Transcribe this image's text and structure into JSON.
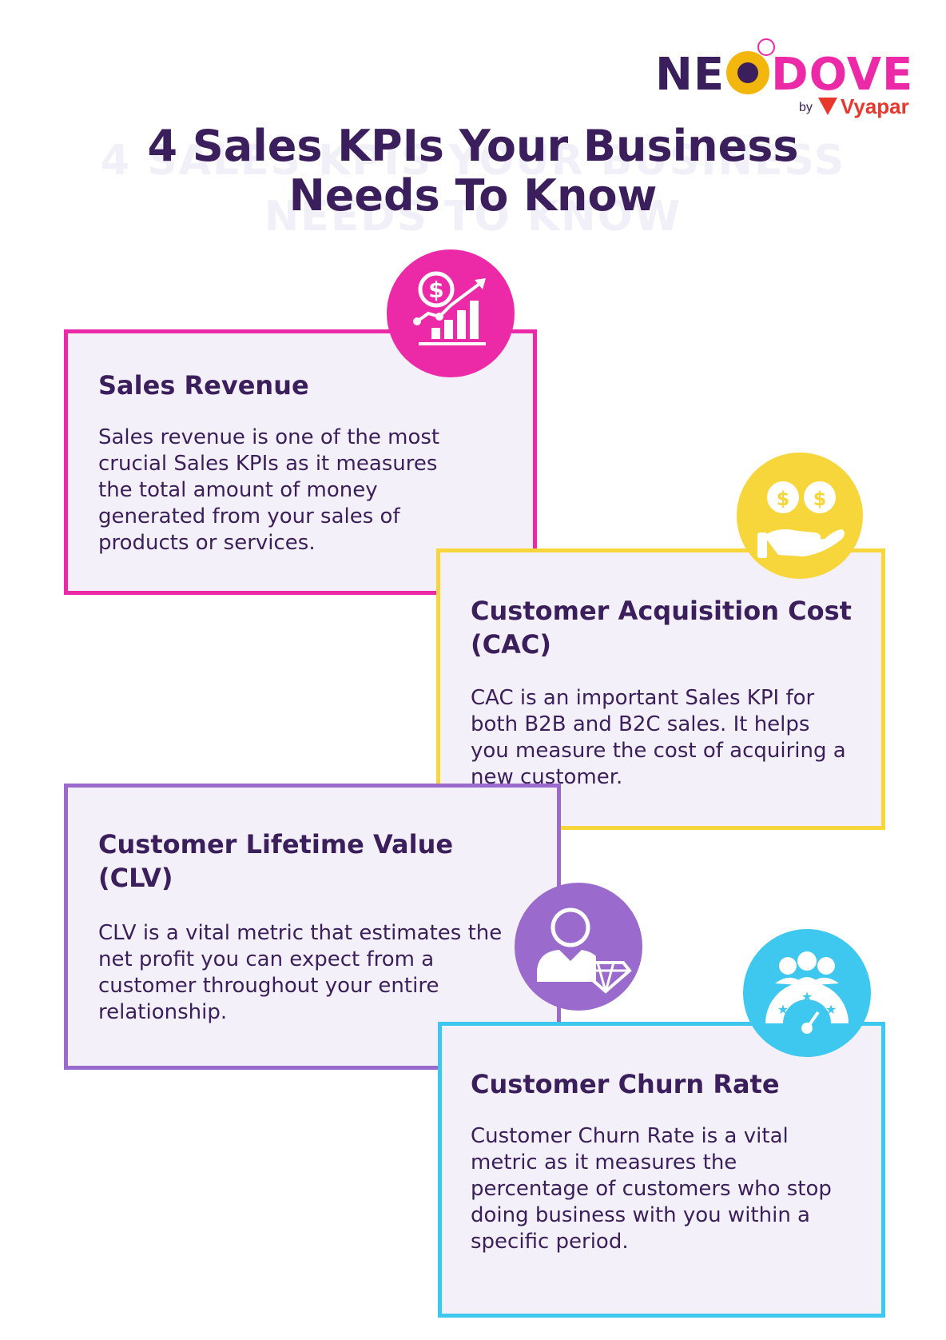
{
  "brand": {
    "logo_left": "NE",
    "logo_right": "DOVE",
    "by": "by",
    "partner": "Vyapar"
  },
  "header": {
    "title": "4 Sales KPIs Your Business\nNeeds To Know"
  },
  "kpis": [
    {
      "title": "Sales Revenue",
      "body": "Sales revenue is one of the most crucial Sales KPIs as it measures the total amount of money generated from your sales of products or services.",
      "icon": "revenue-growth-icon",
      "color": "#ec2aa8"
    },
    {
      "title": "Customer Acquisition Cost (CAC)",
      "body": "CAC is an important Sales KPI for both B2B and B2C sales. It helps you measure the cost of acquiring a new customer.",
      "icon": "coins-in-hand-icon",
      "color": "#f7d63b"
    },
    {
      "title": "Customer Lifetime Value (CLV)",
      "body": "CLV is a vital metric that estimates the net profit you can expect from a customer throughout your entire relationship.",
      "icon": "customer-diamond-icon",
      "color": "#9b6acd"
    },
    {
      "title": "Customer Churn Rate",
      "body": "Customer Churn Rate is a vital metric as it measures the percentage of customers who stop doing business with you within a specific period.",
      "icon": "customer-rating-gauge-icon",
      "color": "#3ec7ef"
    }
  ]
}
